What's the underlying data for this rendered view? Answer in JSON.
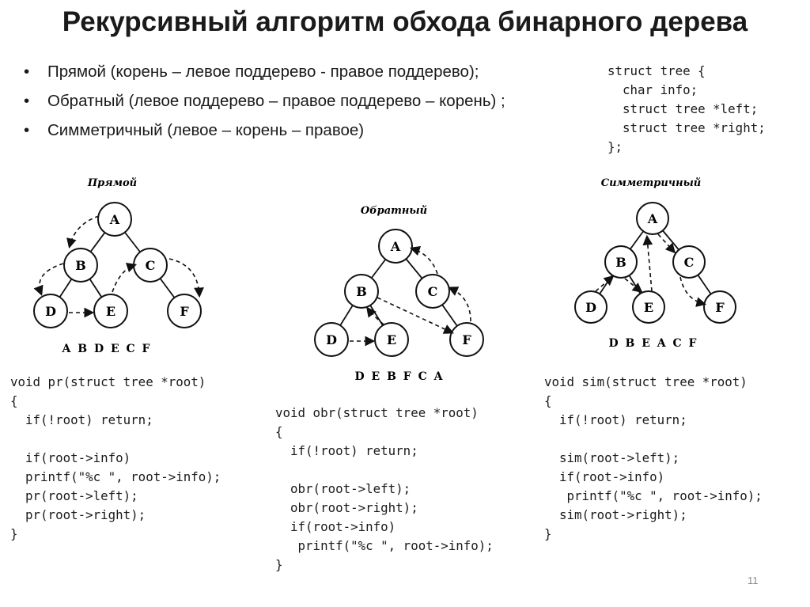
{
  "title": "Рекурсивный алгоритм обхода бинарного дерева",
  "bullets": [
    {
      "dot": "•",
      "text": "Прямой  (корень – левое поддерево - правое поддерево);"
    },
    {
      "dot": "•",
      "text": "Обратный  (левое поддерево – правое поддерево – корень) ;"
    },
    {
      "dot": "•",
      "text": "Симметричный  (левое – корень – правое)"
    }
  ],
  "struct_code": "struct tree {\n  char info;\n  struct tree *left;\n  struct tree *right;\n};",
  "trees": [
    {
      "label": "Прямой",
      "nodes": {
        "A": "A",
        "B": "B",
        "C": "C",
        "D": "D",
        "E": "E",
        "F": "F"
      },
      "order": "A B D E C F"
    },
    {
      "label": "Обратный",
      "nodes": {
        "A": "A",
        "B": "B",
        "C": "C",
        "D": "D",
        "E": "E",
        "F": "F"
      },
      "order": "D E B F C A"
    },
    {
      "label": "Симметричный",
      "nodes": {
        "A": "A",
        "B": "B",
        "C": "C",
        "D": "D",
        "E": "E",
        "F": "F"
      },
      "order": "D B E A C F"
    }
  ],
  "code_pr": "void pr(struct tree *root)\n{\n  if(!root) return;\n\n  if(root->info)\n  printf(\"%c \", root->info);\n  pr(root->left);\n  pr(root->right);\n}",
  "code_obr": "void obr(struct tree *root)\n{\n  if(!root) return;\n\n  obr(root->left);\n  obr(root->right);\n  if(root->info)\n   printf(\"%c \", root->info);\n}",
  "code_sim": "void sim(struct tree *root)\n{\n  if(!root) return;\n\n  sim(root->left);\n  if(root->info)\n   printf(\"%c \", root->info);\n  sim(root->right);\n}",
  "page_number": "11"
}
